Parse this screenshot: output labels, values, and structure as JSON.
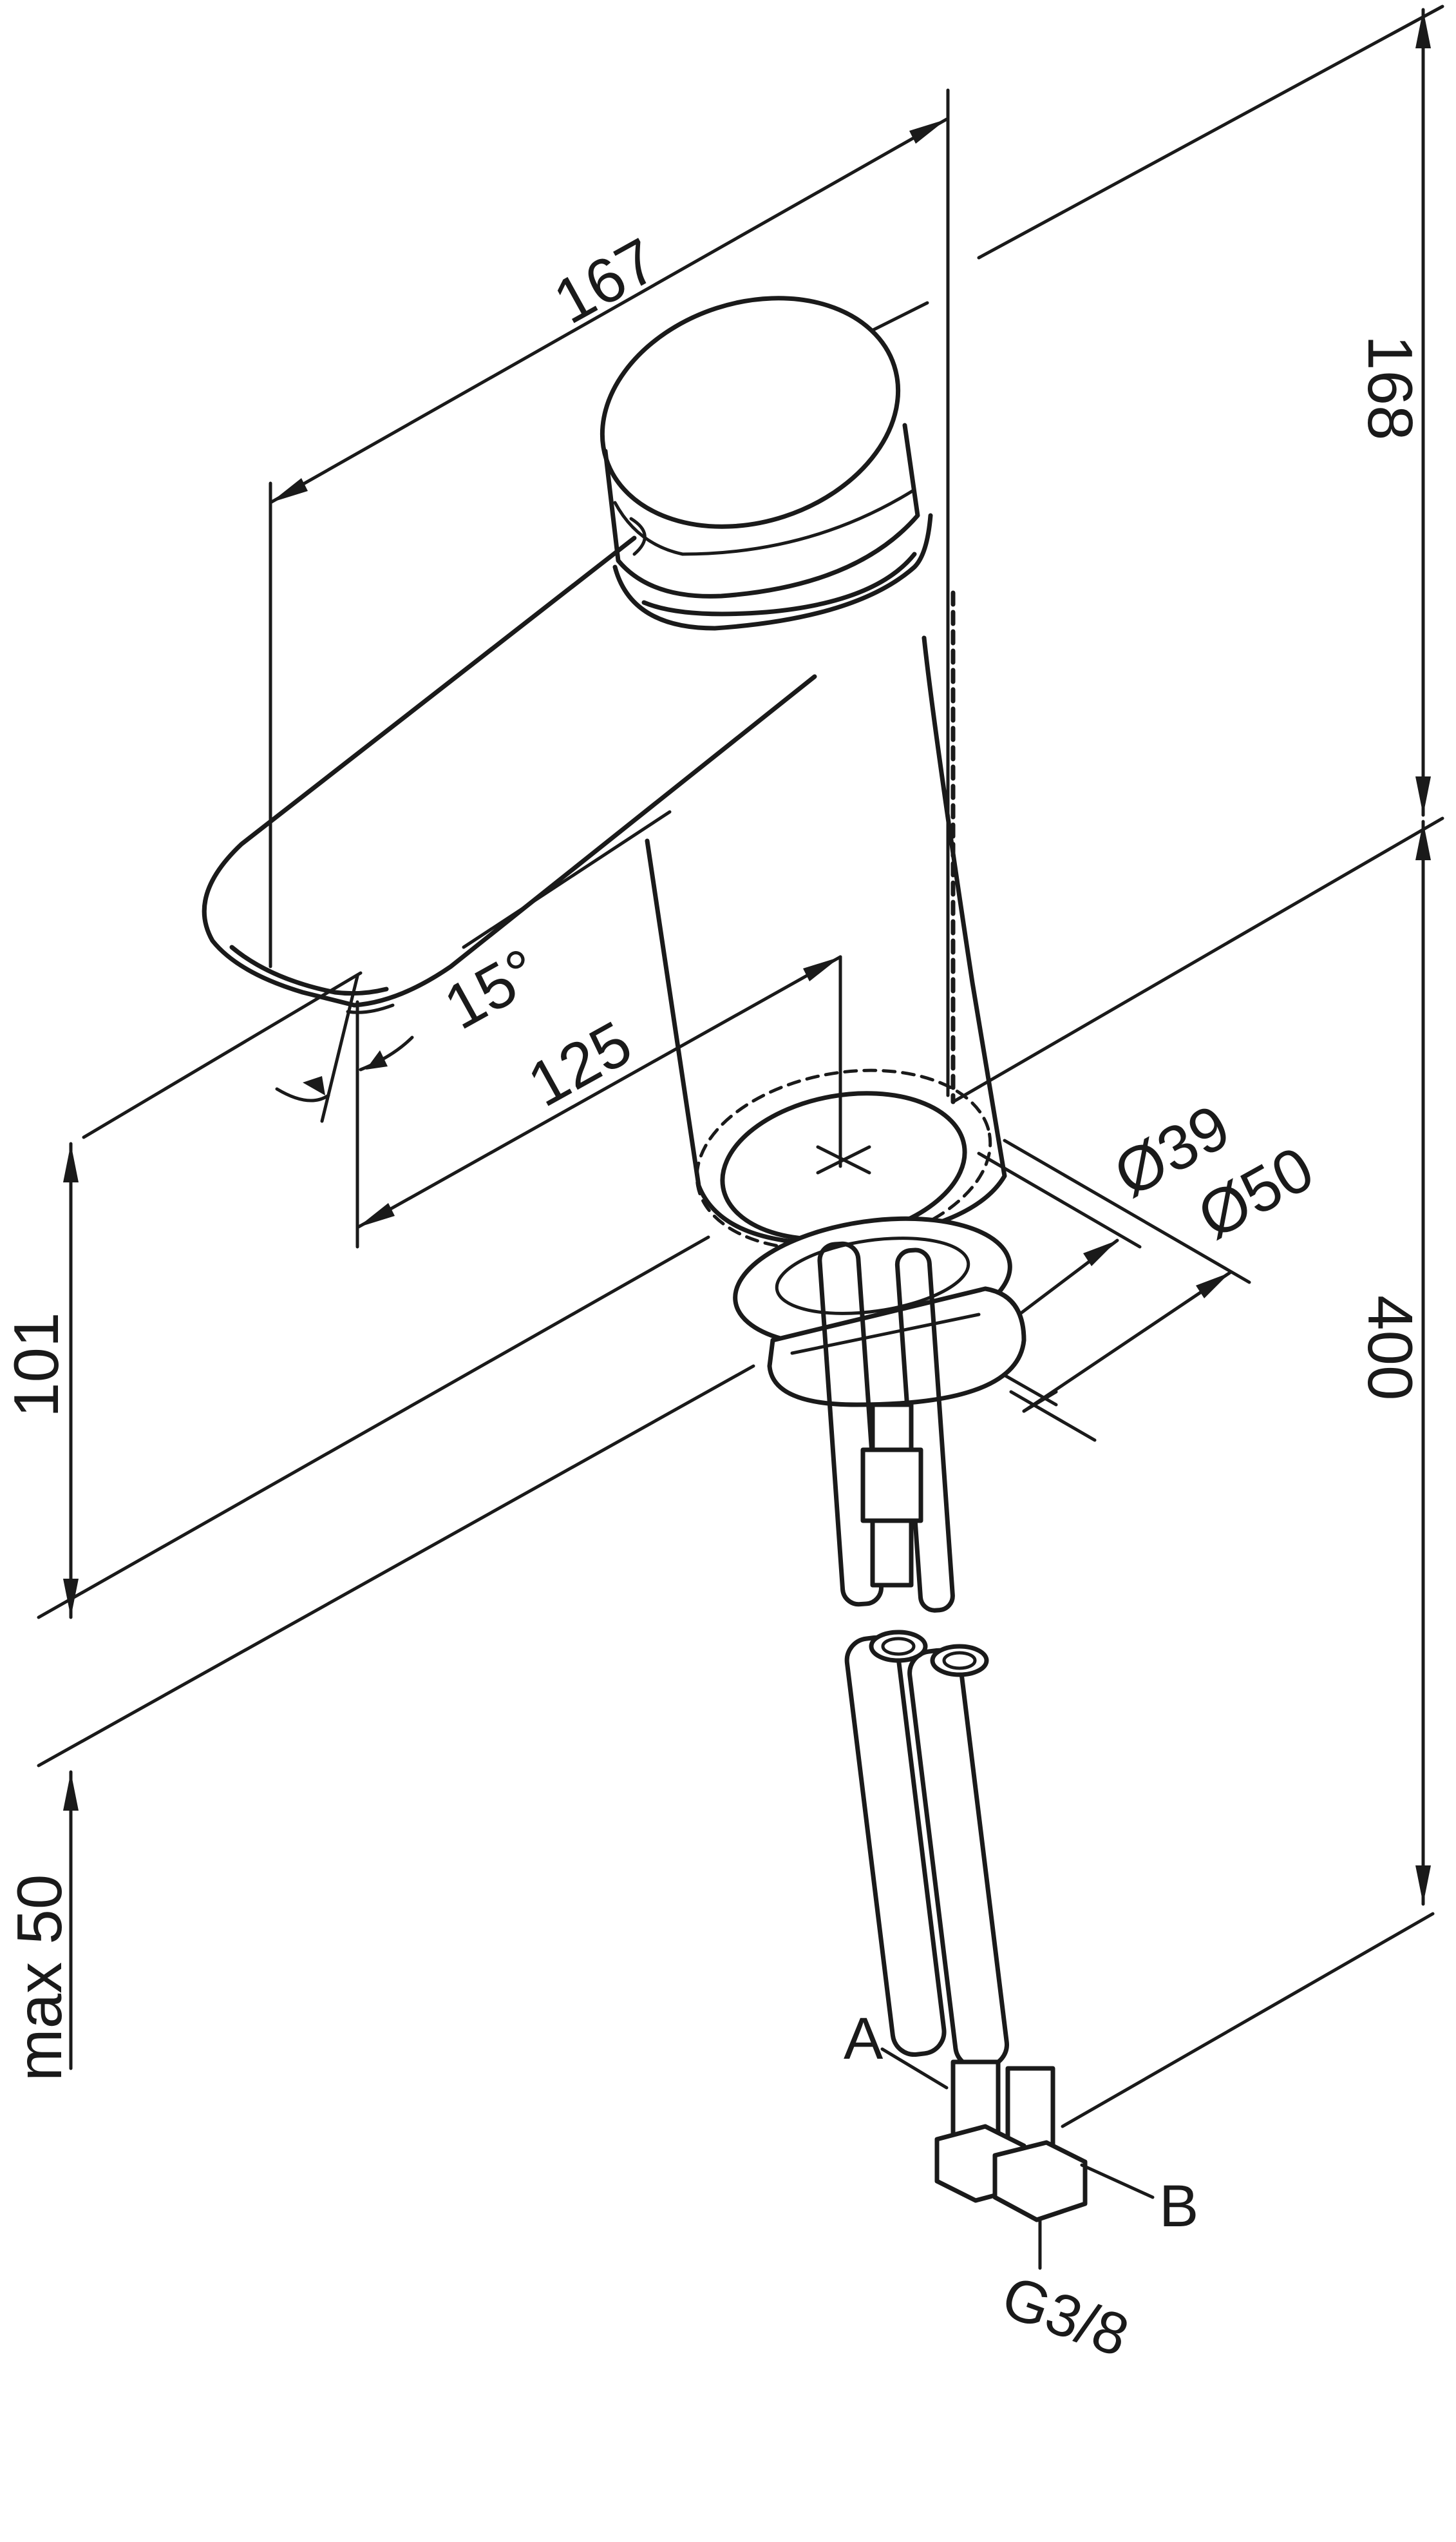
{
  "dimensions": {
    "spout_length": "167",
    "total_height": "168",
    "spout_angle": "15°",
    "reach": "125",
    "base_height": "101",
    "hose_length": "400",
    "max_thickness": "max 50",
    "dia_inner": "Ø39",
    "dia_outer": "Ø50"
  },
  "labels": {
    "hose_a": "A",
    "hose_b": "B",
    "thread": "G3/8"
  },
  "colors": {
    "line": "#1a1a1a",
    "background": "#ffffff"
  }
}
